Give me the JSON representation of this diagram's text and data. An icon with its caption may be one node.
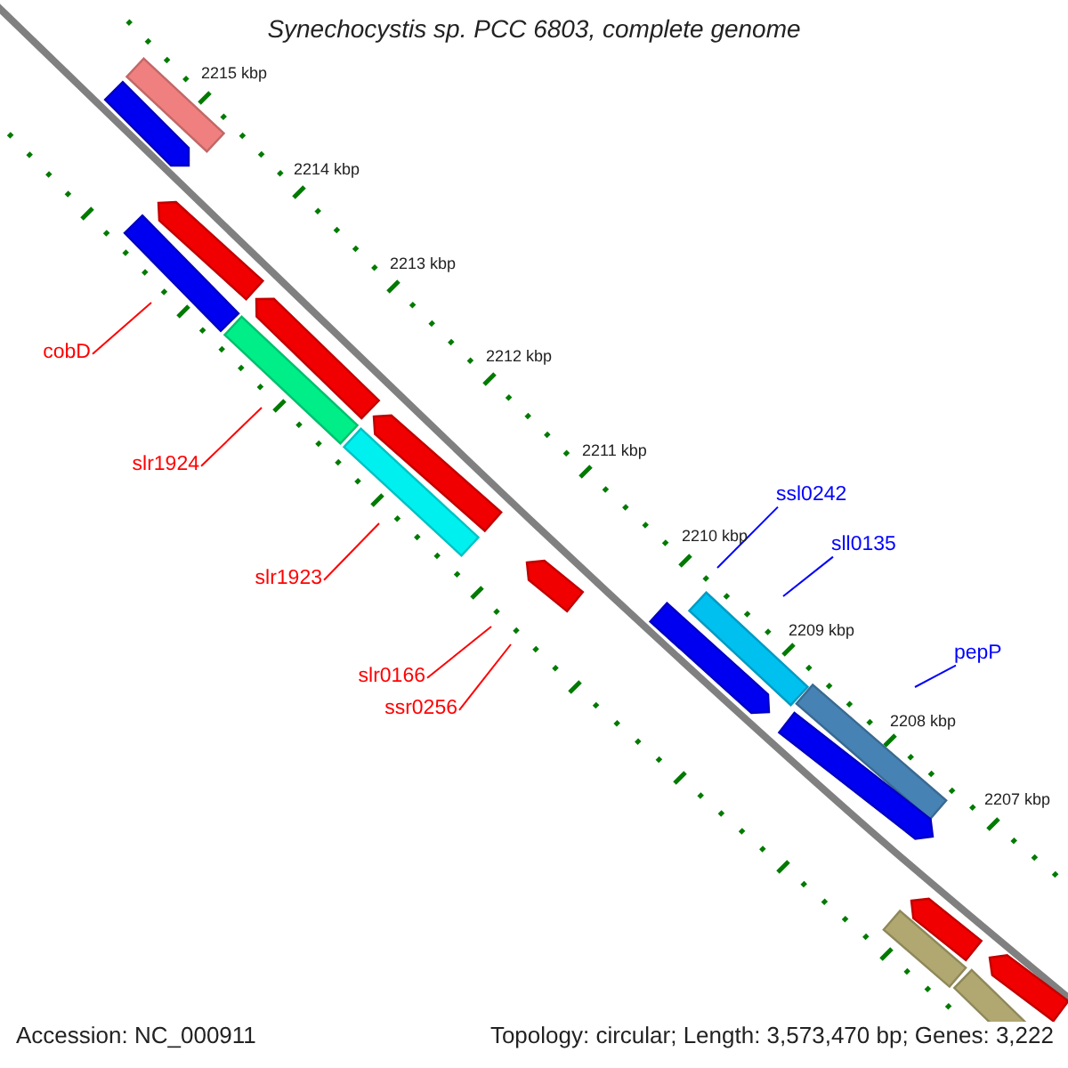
{
  "diagram": {
    "title": "Synechocystis sp. PCC 6803, complete genome",
    "nodes": [
      {
        "text": [
          "cobD"
        ]
      },
      {
        "text": [
          "slr1924"
        ]
      },
      {
        "text": [
          "ssl0242"
        ]
      },
      {
        "text": [
          "sll0135"
        ]
      },
      {
        "text": [
          "slr1923"
        ]
      },
      {
        "text": [
          "pepP"
        ]
      },
      {
        "text": [
          "slr0166"
        ]
      },
      {
        "text": [
          "ssr0256"
        ]
      }
    ],
    "edges": [
      {
        "from": 0,
        "to": null,
        "arrow": "none"
      },
      {
        "from": 1,
        "to": null,
        "arrow": "none"
      },
      {
        "from": 2,
        "to": null,
        "arrow": "none",
        "color": "#0000ff"
      },
      {
        "from": 3,
        "to": null,
        "arrow": "none",
        "color": "#0000ff"
      },
      {
        "from": 4,
        "to": null,
        "arrow": "none"
      },
      {
        "from": 5,
        "to": null,
        "arrow": "none",
        "color": "#0000ff"
      },
      {
        "from": 6,
        "to": null,
        "arrow": "none"
      },
      {
        "from": 7,
        "to": null,
        "arrow": "none"
      }
    ],
    "labels": [
      "2215 kbp",
      "2214 kbp",
      "2213 kbp",
      "2212 kbp",
      "2211 kbp",
      "2210 kbp",
      "2209 kbp",
      "2208 kbp",
      "2207 kbp",
      "Accession: NC_000911",
      "Topology: circular; Length: 3,573,470 bp; Genes: 3,222"
    ]
  }
}
